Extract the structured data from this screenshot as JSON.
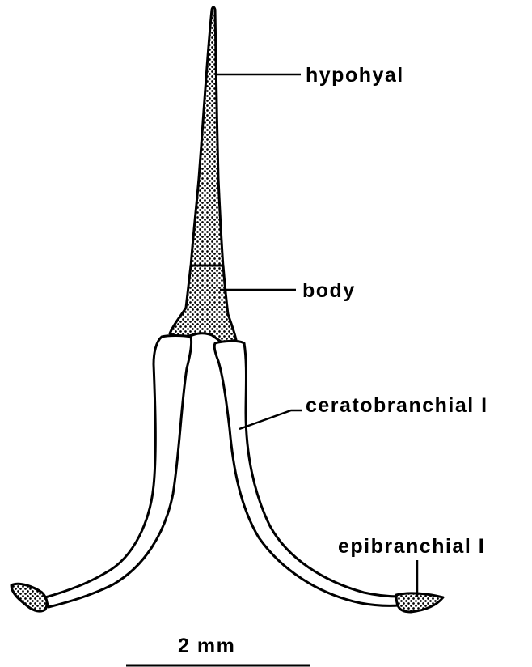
{
  "labels": {
    "hypohyal": "hypohyal",
    "body": "body",
    "ceratobranchial": "ceratobranchial I",
    "epibranchial": "epibranchial I"
  },
  "scale_bar": {
    "label": "2 mm"
  },
  "colors": {
    "ink": "#000000",
    "paper": "#ffffff"
  }
}
